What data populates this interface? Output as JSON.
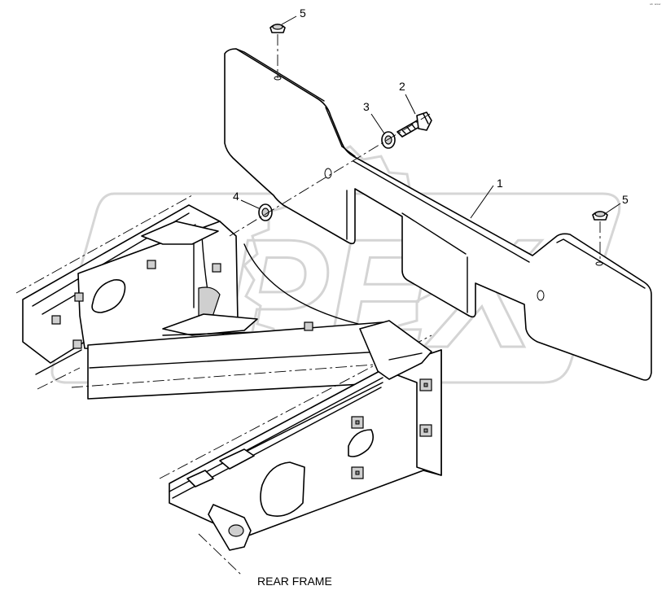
{
  "caption": "REAR FRAME",
  "watermark": "OPEX",
  "callouts": {
    "c1": "1",
    "c2": "2",
    "c3": "3",
    "c4": "4",
    "c5a": "5",
    "c5b": "5"
  },
  "corner_mark": "ᵃᵇ ʷʷʷ",
  "colors": {
    "line": "#000000",
    "watermark": "#d6d6d6",
    "background": "#ffffff"
  }
}
